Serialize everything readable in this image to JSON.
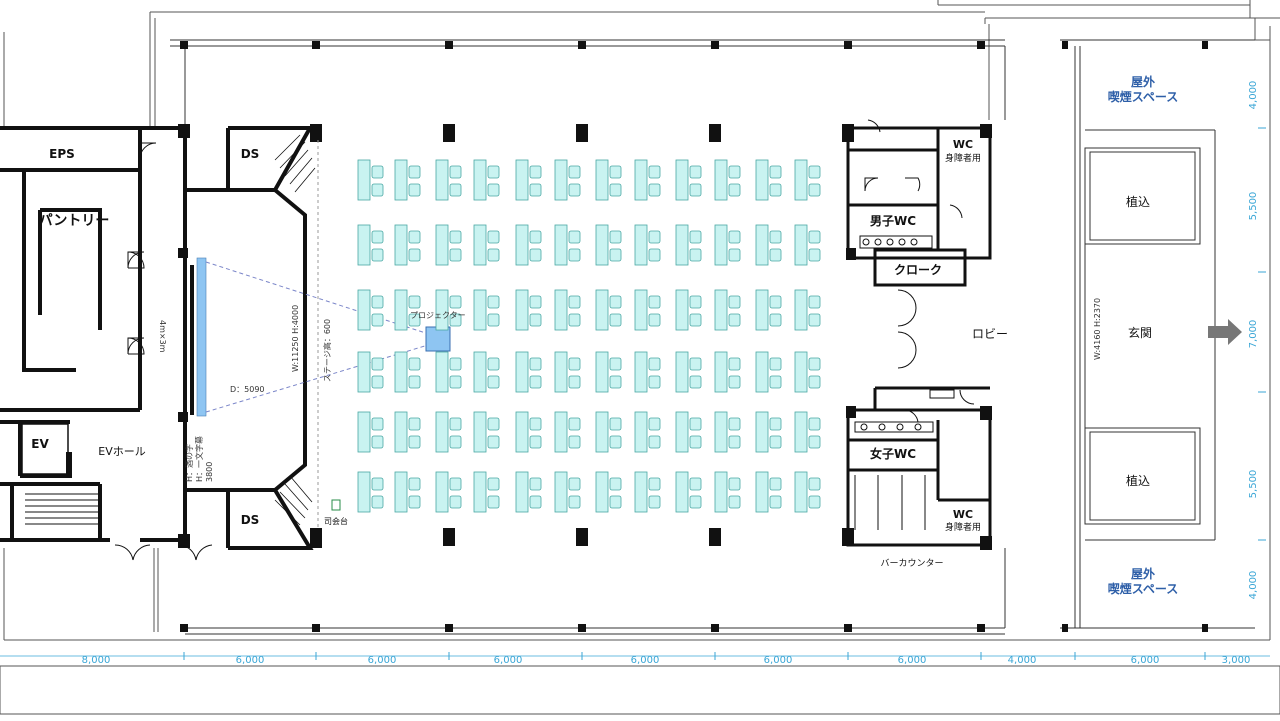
{
  "rooms": {
    "eps": "EPS",
    "pantry": "パントリー",
    "ev": "EV",
    "ev_hall": "EVホール",
    "ds_top": "DS",
    "ds_bottom": "DS",
    "wc_top": "WC",
    "accessible_top": "身障者用",
    "mens_wc": "男子WC",
    "cloak": "クローク",
    "lobby": "ロビー",
    "womens_wc": "女子WC",
    "wc_bottom": "WC",
    "accessible_bottom": "身障者用",
    "bar_counter": "バーカウンター",
    "smoking_top_1": "屋外",
    "smoking_top_2": "喫煙スペース",
    "smoking_bottom_1": "屋外",
    "smoking_bottom_2": "喫煙スペース",
    "planting_top": "植込",
    "entrance": "玄関",
    "planting_bottom": "植込",
    "mc_stand": "司会台"
  },
  "annotations": {
    "screen_spec": "W:11250 H:4000",
    "stage_height": "ステージ高：600",
    "distance": "D：5090",
    "projector": "プロジェクター",
    "mirrored_note": "4m×3m",
    "dim_w4160": "W:4160 H:2370",
    "left_note_1": "H：酒の字",
    "left_note_2": "H：一文字幕",
    "left_note_3": "3800"
  },
  "dims_bottom": [
    "8,000",
    "6,000",
    "6,000",
    "6,000",
    "6,000",
    "6,000",
    "6,000",
    "4,000",
    "6,000",
    "3,000"
  ],
  "dims_right": [
    "4,000",
    "5,500",
    "7,000",
    "5,500",
    "4,000"
  ],
  "colors": {
    "wall": "#111111",
    "table": "#c9f3f1",
    "table_stroke": "#4aa7a3",
    "screen": "#8ec5f2",
    "projector": "#8ec5f2",
    "projection_line": "#7b86c9",
    "dimension": "#3aa6d6",
    "outdoor_label": "#2e5fa8",
    "arrow": "#777777"
  }
}
